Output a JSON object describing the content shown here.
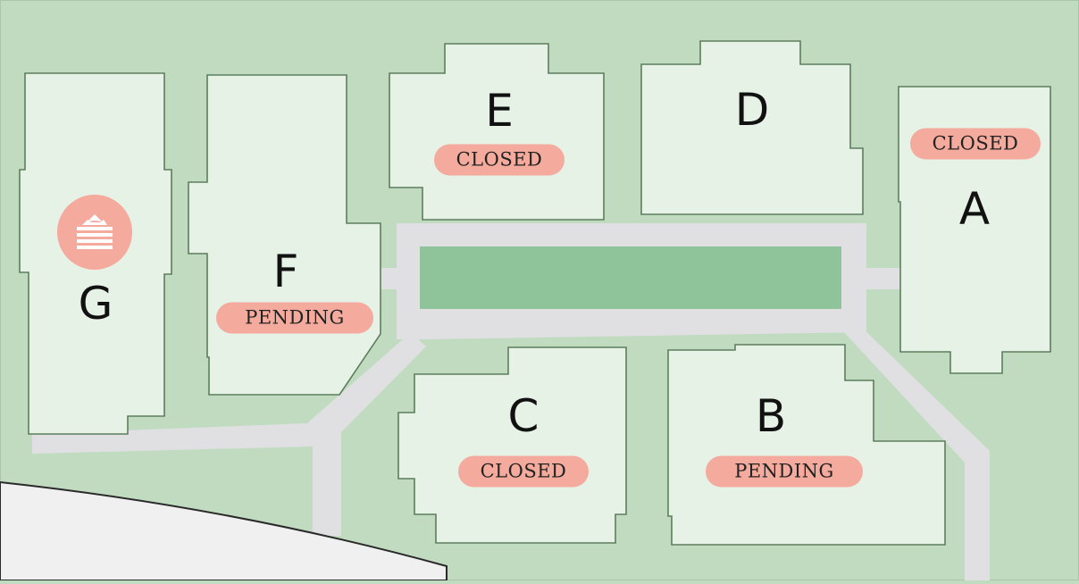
{
  "map": {
    "buildings": [
      {
        "id": "A",
        "label": "A",
        "status": "CLOSED"
      },
      {
        "id": "B",
        "label": "B",
        "status": "PENDING"
      },
      {
        "id": "C",
        "label": "C",
        "status": "CLOSED"
      },
      {
        "id": "D",
        "label": "D",
        "status": ""
      },
      {
        "id": "E",
        "label": "E",
        "status": "CLOSED"
      },
      {
        "id": "F",
        "label": "F",
        "status": "PENDING"
      },
      {
        "id": "G",
        "label": "G",
        "status": ""
      }
    ],
    "marker_icon": "clubhouse-icon"
  },
  "colors": {
    "background": "#c1dbc1",
    "building_fill": "#e6f2e6",
    "building_outline": "#5d7e5d",
    "path": "#e0e0e2",
    "green_space": "#8fc49a",
    "status_badge": "#f4aa9c",
    "road_area": "#f0f0f0"
  }
}
